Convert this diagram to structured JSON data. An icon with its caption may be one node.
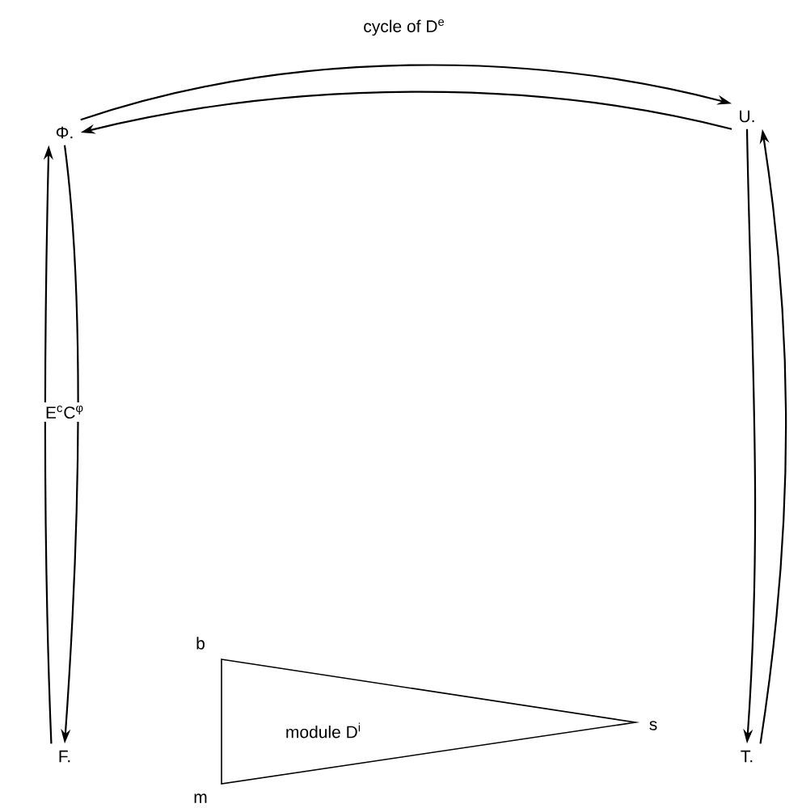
{
  "diagram": {
    "nodes": [
      {
        "text": [
          "Φ."
        ]
      },
      {
        "text": [
          "U."
        ]
      },
      {
        "text": [
          "F."
        ]
      },
      {
        "text": [
          "T."
        ]
      },
      {
        "text": [
          "module D$^{i}$"
        ]
      }
    ],
    "edges": [
      {
        "from": 0,
        "to": 1,
        "arrow": "to",
        "label": "cycle of D$^{e}$"
      },
      {
        "from": 1,
        "to": 0,
        "arrow": "to"
      },
      {
        "from": 2,
        "to": 0,
        "arrow": "to",
        "label": "E$^{c}$C$^{φ}$"
      },
      {
        "from": 0,
        "to": 2,
        "arrow": "to"
      },
      {
        "from": 3,
        "to": 1,
        "arrow": "to"
      },
      {
        "from": 1,
        "to": 3,
        "arrow": "to"
      }
    ],
    "labels": [
      "b",
      "m",
      "s"
    ]
  }
}
